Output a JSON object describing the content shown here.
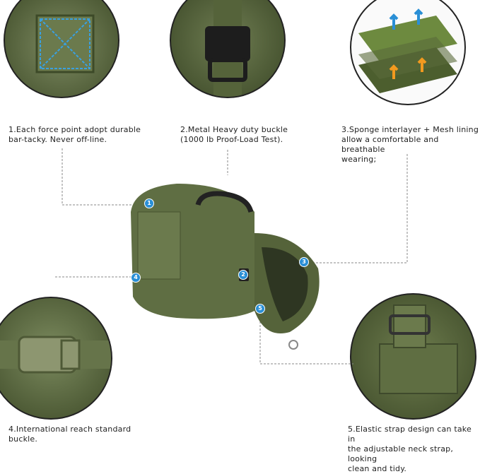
{
  "features": [
    {
      "number": "1",
      "caption_line1": "1.Each force point adopt durable",
      "caption_line2": "bar-tacky. Never off-line.",
      "caption_line3": ""
    },
    {
      "number": "2",
      "caption_line1": "2.Metal Heavy duty buckle",
      "caption_line2": "(1000 lb Proof-Load Test).",
      "caption_line3": ""
    },
    {
      "number": "3",
      "caption_line1": "3.Sponge interlayer + Mesh lining",
      "caption_line2": "allow a comfortable and breathable",
      "caption_line3": "wearing;"
    },
    {
      "number": "4",
      "caption_line1": "4.International reach standard",
      "caption_line2": "buckle.",
      "caption_line3": ""
    },
    {
      "number": "5",
      "caption_line1": "5.Elastic strap design can take in",
      "caption_line2": "the adjustable neck strap, looking",
      "caption_line3": "clean and tidy."
    }
  ],
  "colors": {
    "olive": "#5f6e43",
    "dark_olive": "#3f4a2c",
    "accent_blue": "#2a8fd6",
    "accent_orange": "#f29a1f"
  }
}
